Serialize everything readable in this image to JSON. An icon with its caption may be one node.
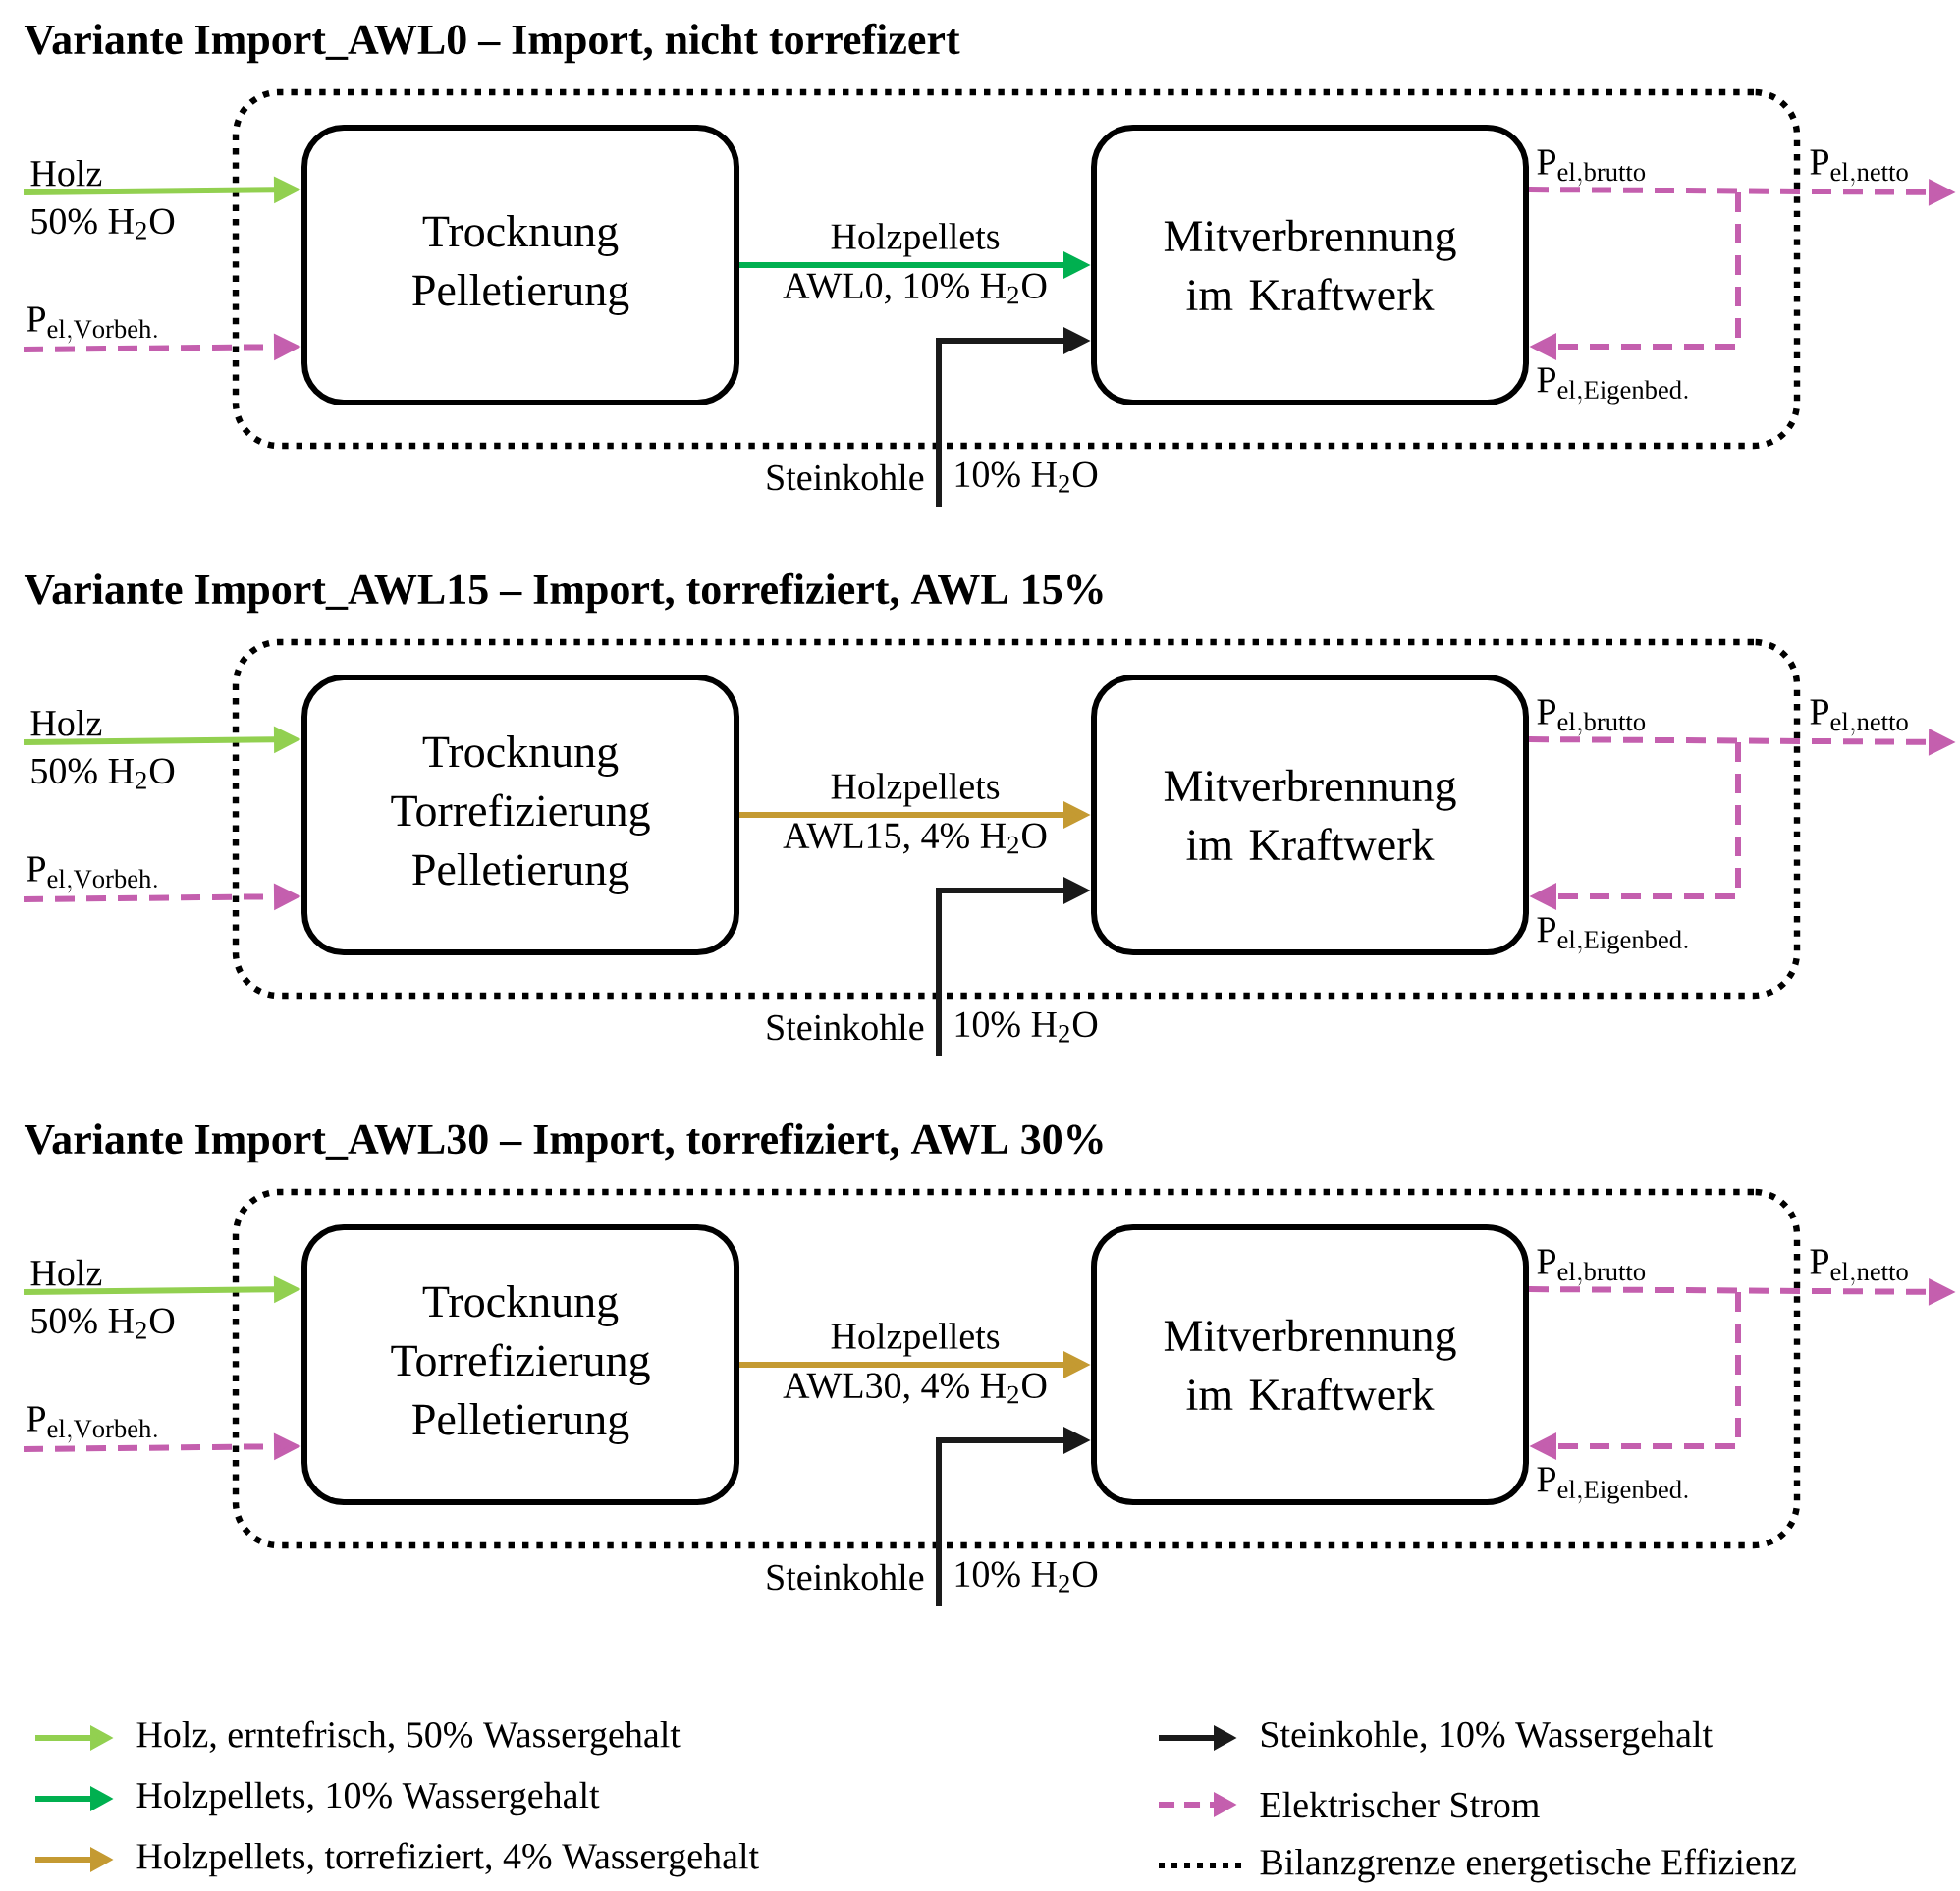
{
  "diagram": {
    "nodes": [
      {
        "text": [
          "Variante Import_AWL0 – Import, nicht torrefizert"
        ]
      },
      {
        "text": [
          "Trocknung Pelletierung"
        ],
        "in": 0
      },
      {
        "text": [
          "Mitverbrennung im Kraftwerk"
        ],
        "in": 0
      },
      {
        "text": [
          "Variante Import_AWL15 – Import, torrefiziert, AWL 15%"
        ]
      },
      {
        "text": [
          "Trocknung Torrefizierung Pelletierung"
        ],
        "in": 3
      },
      {
        "text": [
          "Mitverbrennung im Kraftwerk"
        ],
        "in": 3
      },
      {
        "text": [
          "Variante Import_AWL30 – Import, torrefiziert, AWL 30%"
        ]
      },
      {
        "text": [
          "Trocknung Torrefizierung Pelletierung"
        ],
        "in": 6
      },
      {
        "text": [
          "Mitverbrennung im Kraftwerk"
        ],
        "in": 6
      }
    ],
    "edges": [
      {
        "from": null,
        "to": 1,
        "arrow": "to",
        "label": "Holz",
        "color": "#92d050"
      },
      {
        "from": null,
        "to": 1,
        "arrow": "to",
        "label": "\\mathrm{P}_{\\mathrm{el,Vorbeh.}}",
        "style": "dashed",
        "color": "#c45fae"
      },
      {
        "from": 1,
        "to": 2,
        "arrow": "to",
        "label": "Holzpellets",
        "color": "#00b050"
      },
      {
        "from": null,
        "to": 2,
        "arrow": "to",
        "label": "Steinkohle",
        "color": "#1a1a1a"
      },
      {
        "from": 2,
        "to": null,
        "arrow": "to",
        "label": "\\mathrm{P}_{\\mathrm{el,netto}}",
        "style": "dashed",
        "color": "#c45fae"
      },
      {
        "from": null,
        "to": 2,
        "arrow": "to",
        "label": "\\mathrm{P}_{\\mathrm{el,Eigenbed.}}",
        "style": "dashed",
        "color": "#c45fae"
      },
      {
        "from": null,
        "to": 4,
        "arrow": "to",
        "label": "Holz",
        "color": "#92d050"
      },
      {
        "from": null,
        "to": 4,
        "arrow": "to",
        "label": "\\mathrm{P}_{\\mathrm{el,Vorbeh.}}",
        "style": "dashed",
        "color": "#c45fae"
      },
      {
        "from": 4,
        "to": 5,
        "arrow": "to",
        "label": "Holzpellets",
        "color": "#c49a32"
      },
      {
        "from": null,
        "to": 5,
        "arrow": "to",
        "label": "Steinkohle",
        "color": "#1a1a1a"
      },
      {
        "from": 5,
        "to": null,
        "arrow": "to",
        "label": "\\mathrm{P}_{\\mathrm{el,netto}}",
        "style": "dashed",
        "color": "#c45fae"
      },
      {
        "from": null,
        "to": 5,
        "arrow": "to",
        "label": "\\mathrm{P}_{\\mathrm{el,Eigenbed.}}",
        "style": "dashed",
        "color": "#c45fae"
      },
      {
        "from": null,
        "to": 7,
        "arrow": "to",
        "label": "Holz",
        "color": "#92d050"
      },
      {
        "from": null,
        "to": 7,
        "arrow": "to",
        "label": "\\mathrm{P}_{\\mathrm{el,Vorbeh.}}",
        "style": "dashed",
        "color": "#c45fae"
      },
      {
        "from": 7,
        "to": 8,
        "arrow": "to",
        "label": "Holzpellets",
        "color": "#c49a32"
      },
      {
        "from": null,
        "to": 8,
        "arrow": "to",
        "label": "Steinkohle",
        "color": "#1a1a1a"
      },
      {
        "from": 8,
        "to": null,
        "arrow": "to",
        "label": "\\mathrm{P}_{\\mathrm{el,netto}}",
        "style": "dashed",
        "color": "#c45fae"
      },
      {
        "from": null,
        "to": 8,
        "arrow": "to",
        "label": "\\mathrm{P}_{\\mathrm{el,Eigenbed.}}",
        "style": "dashed",
        "color": "#c45fae"
      }
    ],
    "labels": [
      "50% H$_{2}$O",
      "\\mathrm{P}_{\\mathrm{el,brutto}}",
      "AWL0, 10% H$_{2}$O",
      "10% H$_{2}$O",
      "50% H$_{2}$O",
      "\\mathrm{P}_{\\mathrm{el,brutto}}",
      "AWL15, 4% H$_{2}$O",
      "10% H$_{2}$O",
      "50% H$_{2}$O",
      "\\mathrm{P}_{\\mathrm{el,brutto}}",
      "AWL30, 4% H$_{2}$O",
      "10% H$_{2}$O"
    ],
    "legend": [
      {
        "text": "Holz, erntefrisch, 50% Wassergehalt",
        "color": "#92d050"
      },
      {
        "text": "Holzpellets, 10% Wassergehalt",
        "color": "#00b050"
      },
      {
        "text": "Holzpellets, torrefiziert, 4% Wassergehalt",
        "color": "#c49a32"
      },
      {
        "text": "Steinkohle, 10% Wassergehalt",
        "color": "#1a1a1a"
      },
      {
        "text": "Elektrischer Strom",
        "color": "#c45fae"
      },
      {
        "text": "Bilanzgrenze energetische Effizienz"
      }
    ]
  }
}
